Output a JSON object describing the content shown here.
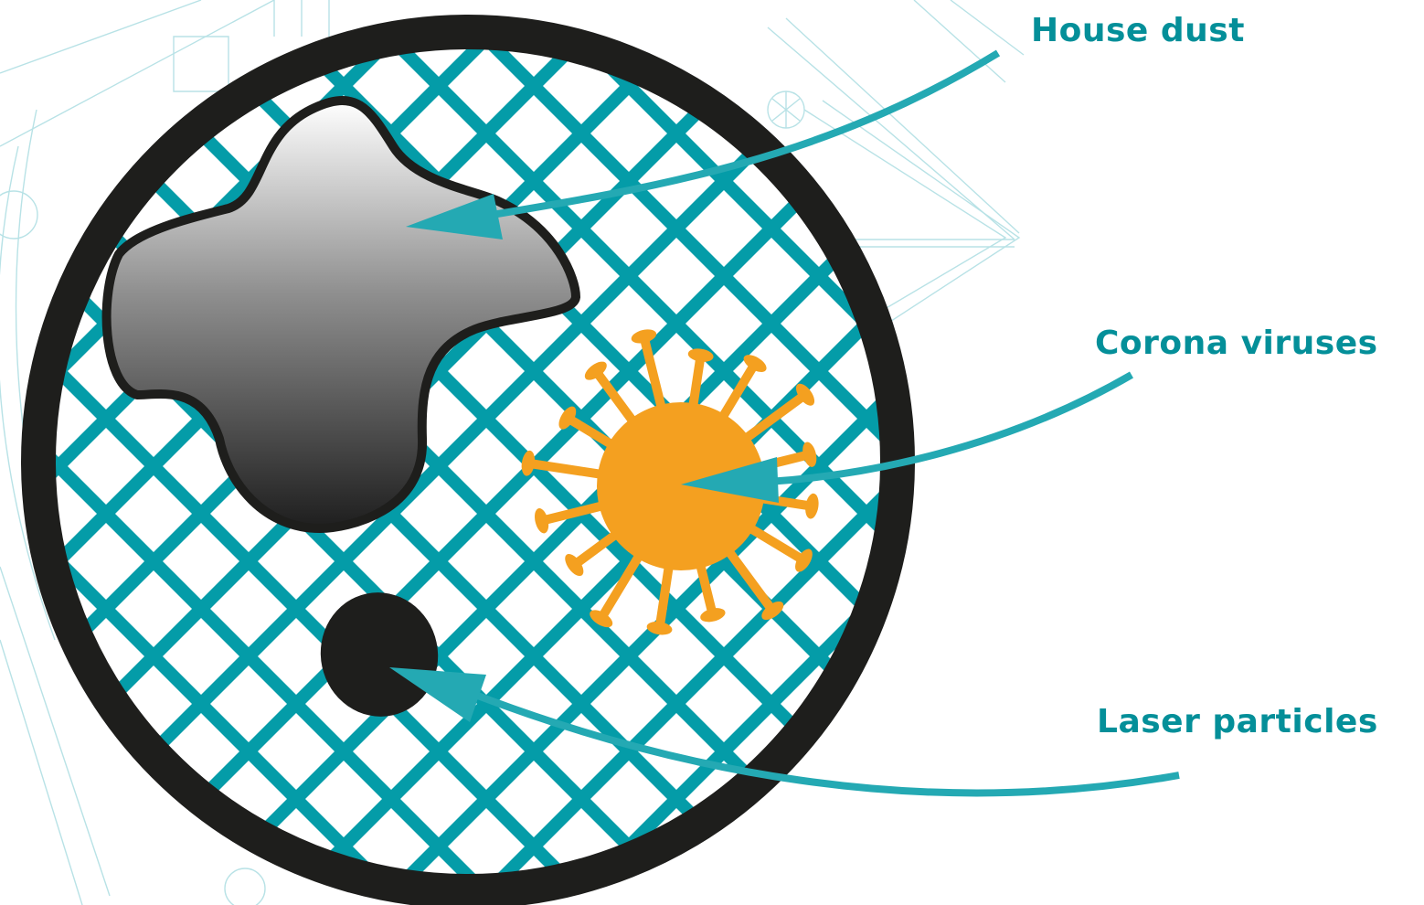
{
  "labels": {
    "house_dust": "House dust",
    "corona_viruses": "Corona viruses",
    "laser_particles": "Laser particles"
  },
  "colors": {
    "teal": "#049ca8",
    "label": "#048f99",
    "arrow": "#24a9b3",
    "outline": "#1e1e1c",
    "virus": "#f4a020",
    "background_lines": "#b8e2e6"
  },
  "icons": {
    "dust": "house-dust-particle-icon",
    "virus": "corona-virus-icon",
    "laser": "laser-particle-icon",
    "filter": "filter-mesh-icon"
  }
}
